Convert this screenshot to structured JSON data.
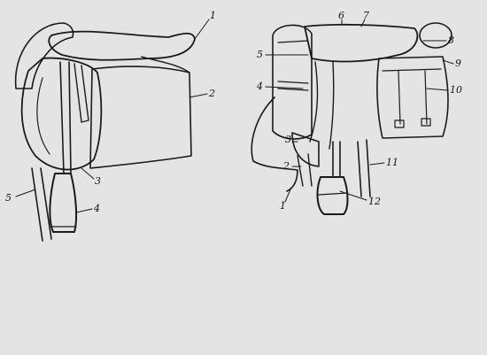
{
  "figure": {
    "saddle_left": {
      "callouts": [
        "1",
        "2",
        "3",
        "4",
        "5"
      ]
    },
    "saddle_right": {
      "callouts": [
        "1",
        "2",
        "3",
        "4",
        "5",
        "6",
        "7",
        "8",
        "9",
        "10",
        "11",
        "12"
      ]
    }
  },
  "colors": {
    "paper": "#e4e4e4",
    "ink": "#1a1a1a"
  }
}
